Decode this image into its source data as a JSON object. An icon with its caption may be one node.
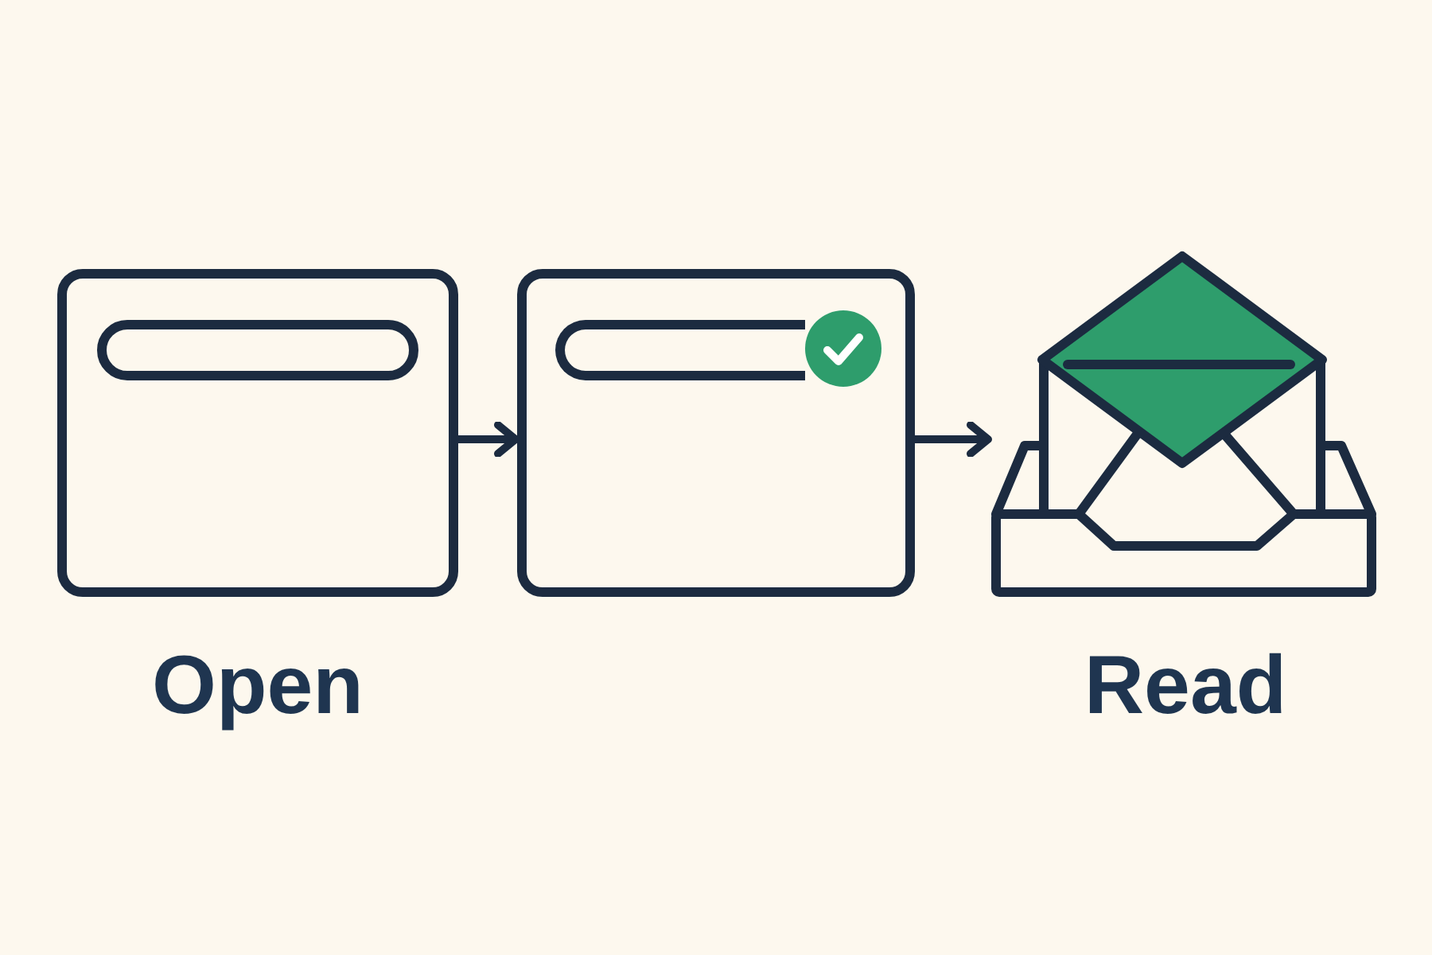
{
  "diagram": {
    "nodes": [
      {
        "text": [],
        "shape": "box",
        "beside": [
          "Open"
        ]
      },
      {
        "text": [],
        "shape": "box"
      },
      {
        "text": [],
        "shape": "picture",
        "beside": [
          "Read"
        ]
      }
    ],
    "edges": [
      {
        "from": 0,
        "to": 1,
        "arrow": "to"
      },
      {
        "from": 1,
        "to": 2,
        "arrow": "to"
      }
    ]
  }
}
